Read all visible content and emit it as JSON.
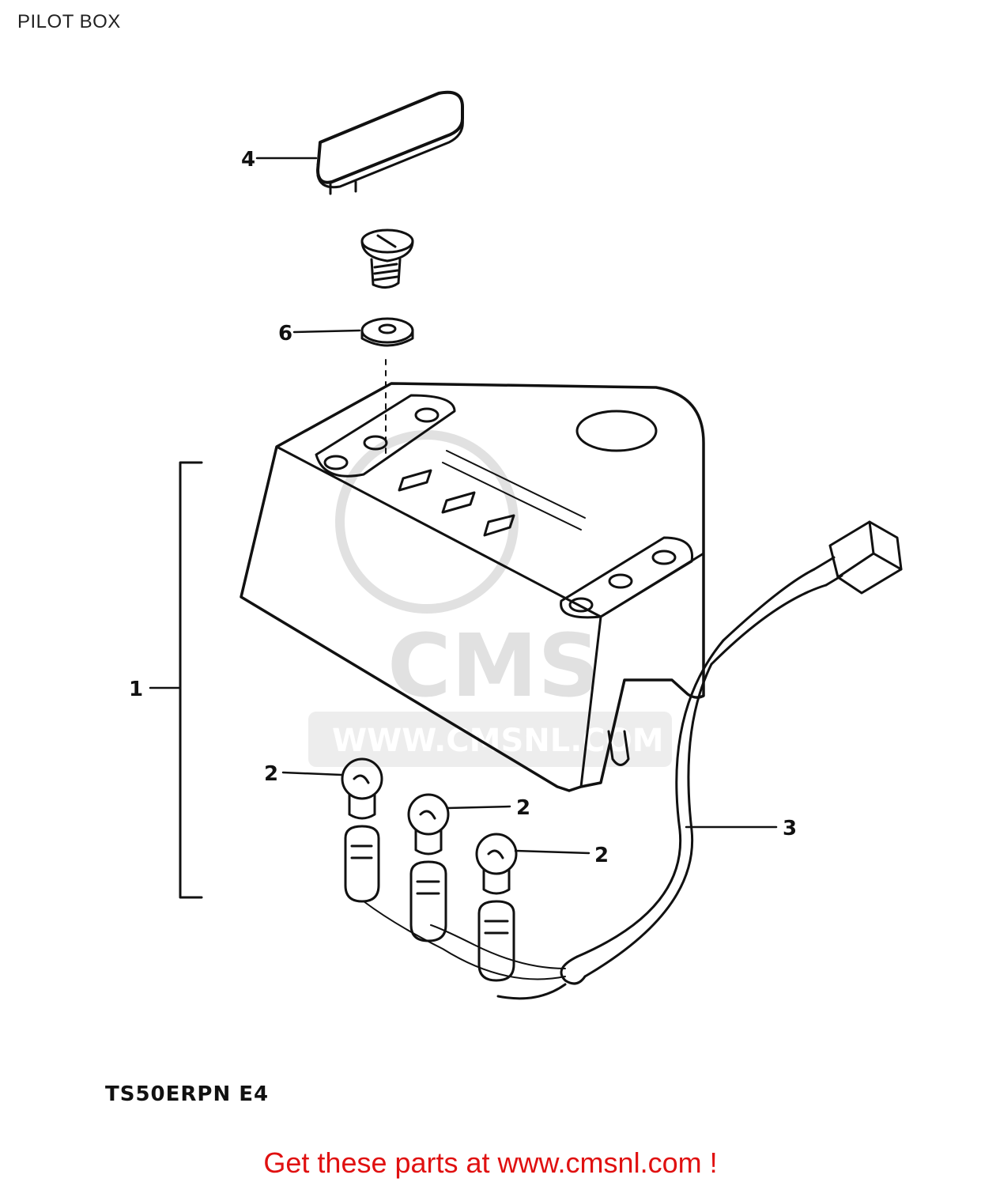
{
  "page": {
    "title": "PILOT BOX"
  },
  "diagram": {
    "callouts": [
      {
        "number": "1",
        "part": "pilot-box-assembly"
      },
      {
        "number": "2",
        "part": "bulb"
      },
      {
        "number": "3",
        "part": "wire-harness"
      },
      {
        "number": "4",
        "part": "cap"
      },
      {
        "number": "6",
        "part": "washer"
      }
    ],
    "model_code": "TS50ERPN E4",
    "watermark": {
      "brand": "CMS",
      "url": "WWW.CMSNL.COM"
    }
  },
  "footer": {
    "link_text": "Get these parts at www.cmsnl.com !",
    "link_color": "#e01010"
  }
}
